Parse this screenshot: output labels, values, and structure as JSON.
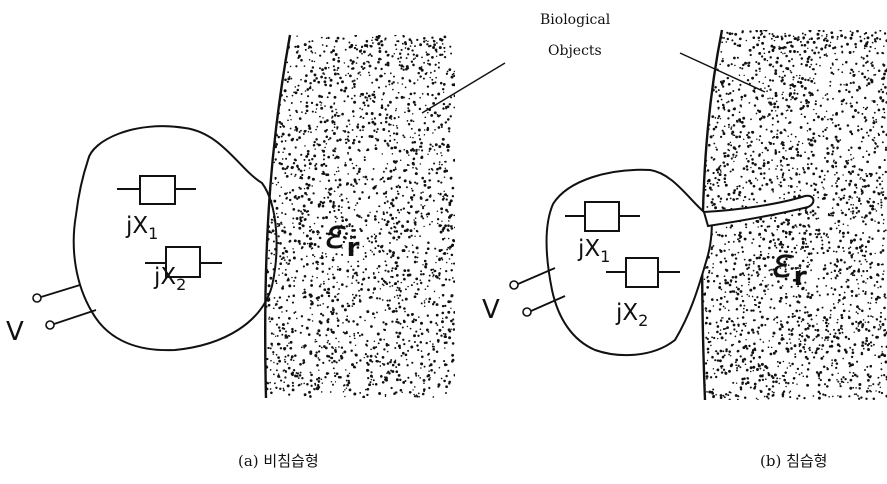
{
  "annotation": {
    "line1": "Biological",
    "line2": "Objects"
  },
  "panel_a": {
    "caption": "(a) 비침습형",
    "source_label": "V",
    "element1": {
      "prefix": "jX",
      "sub": "1"
    },
    "element2": {
      "prefix": "jX",
      "sub": "2"
    },
    "permittivity": {
      "symbol": "ε",
      "sub": "r"
    }
  },
  "panel_b": {
    "caption": "(b) 침습형",
    "source_label": "V",
    "element1": {
      "prefix": "jX",
      "sub": "1"
    },
    "element2": {
      "prefix": "jX",
      "sub": "2"
    },
    "permittivity": {
      "symbol": "ε",
      "sub": "r"
    }
  },
  "colors": {
    "ink": "#111111",
    "background": "#ffffff"
  }
}
